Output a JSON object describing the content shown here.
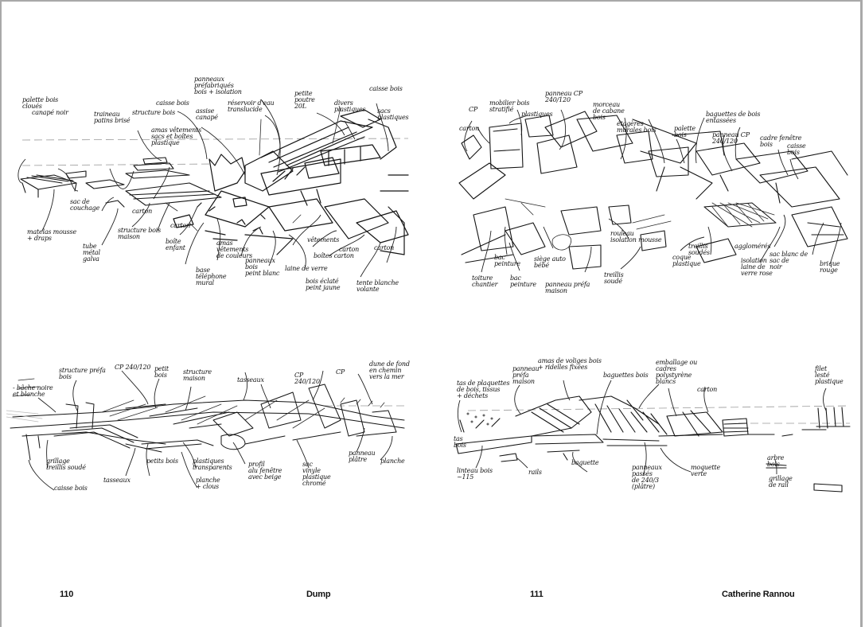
{
  "spread": {
    "left_page": {
      "page_number": "110",
      "running_title": "Dump",
      "sketches": [
        {
          "id": "top-left",
          "annotations": [
            "palette bois\ncloués",
            "canapé noir",
            "traineau\npatins brisé",
            "structure bois",
            "caisse bois",
            "amas vêtements\nsacs et boîtes\nplastique",
            "assise\ncanapé",
            "panneaux\npréfabriqués\nbois + isolation",
            "réservoir d'eau\ntranslucide",
            "petite\npoutre\n20L",
            "divers\nplastiques",
            "caisse bois",
            "sacs\nplastiques",
            "sac de\ncouchage",
            "matelas mousse\n+ draps",
            "tube\nmétal\ngalva",
            "carton",
            "structure bois\nmaison",
            "carton",
            "boîte\nenfant",
            "base\ntéléphone\nmural",
            "amas\nvêtements\nde couleurs",
            "panneaux\nbois\npeint blanc",
            "vêtements",
            "carton",
            "carton",
            "boîtes carton",
            "laine de verre",
            "bois éclaté\npeint jaune",
            "tente blanche\nvolante"
          ]
        },
        {
          "id": "bottom-left",
          "annotations": [
            "structure préfa\nbois",
            "CP 240/120",
            "petit\nbois",
            "structure\nmaison",
            "- bâche noire\net blanche",
            "grillage\ntreillis soudé",
            "caisse bois",
            "tasseaux",
            "petits bois",
            "plastiques\ntransparents",
            "planche\n+ clous",
            "tasseaux",
            "CP\n240/120",
            "CP",
            "dune de fond\nen chemin\nvers la mer",
            "profil\nalu fenêtre\navec beige",
            "sac\nvinyle\nplastique\nchromé",
            "panneau\nplâtre",
            "planche"
          ]
        }
      ]
    },
    "right_page": {
      "page_number": "111",
      "author": "Catherine Rannou",
      "sketches": [
        {
          "id": "top-right",
          "annotations": [
            "CP",
            "carton",
            "mobilier bois\nstratifié",
            "plastiques",
            "panneau CP\n240/120",
            "morceau\nde cabane\nbois",
            "étagères\nmurales bois",
            "palette\nbois",
            "baguettes de bois\nentassées",
            "panneau CP\n240/120",
            "cadre fenêtre\nbois",
            "caisse\nbois",
            "toiture\nchantier",
            "bac\npeinture",
            "bac\npeinture",
            "siège auto\nbébé",
            "panneau préfa\nmaison",
            "treillis\nsoudé",
            "rouleau\nisolation mousse",
            "coque\nplastique",
            "treillis\nsoudés",
            "agglomérés",
            "isolation\nlaine de\nverre rose",
            "sac blanc de\nsac de\nnoir",
            "brique\nrouge"
          ]
        },
        {
          "id": "bottom-right",
          "annotations": [
            "tas de plaquettes\nde bois, tissus\n+ déchets",
            "panneau\npréfa\nmaison",
            "amas de voliges bois\n+ ridelles fixées",
            "baguettes bois",
            "emballage ou\ncadres\npolystyrène\nblancs",
            "carton",
            "filet\nlesté\nplastique",
            "tas\nbois",
            "linteau bois\n~115",
            "rails",
            "baguette",
            "panneaux\npassés\nde 240/3\n(plâtre)",
            "moquette\nverte",
            "arbre\nbois",
            "grillage\nde rail"
          ]
        }
      ]
    }
  }
}
